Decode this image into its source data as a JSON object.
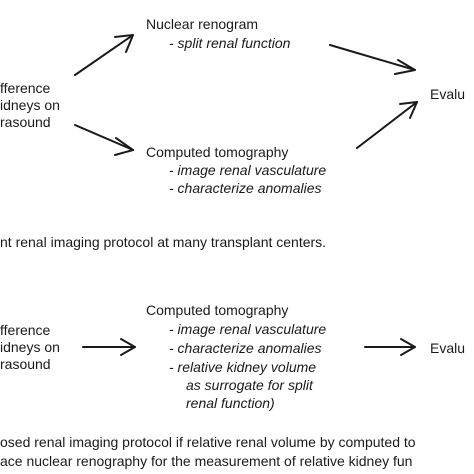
{
  "panel_a": {
    "left_lines": [
      "fference",
      "idneys on",
      "rasound"
    ],
    "nuclear": {
      "title": "Nuclear renogram",
      "items": [
        "- split renal function"
      ]
    },
    "ct": {
      "title": "Computed tomography",
      "items": [
        "- image renal vasculature",
        "- characterize anomalies"
      ]
    },
    "right": "Evalu",
    "caption": "nt renal imaging protocol at many transplant centers."
  },
  "panel_b": {
    "left_lines": [
      "fference",
      "idneys on",
      "rasound"
    ],
    "ct": {
      "title": "Computed tomography",
      "items": [
        "- image renal vasculature",
        "- characterize anomalies",
        "- relative kidney volume",
        "as surrogate for split",
        "renal function)"
      ]
    },
    "right": "Evalu",
    "caption": [
      "osed renal imaging protocol if relative renal volume by computed to",
      "ace nuclear renography for the measurement of relative kidney fun"
    ]
  },
  "colors": {
    "text": "#1a1a1a",
    "arrow": "#1a1a1a"
  }
}
